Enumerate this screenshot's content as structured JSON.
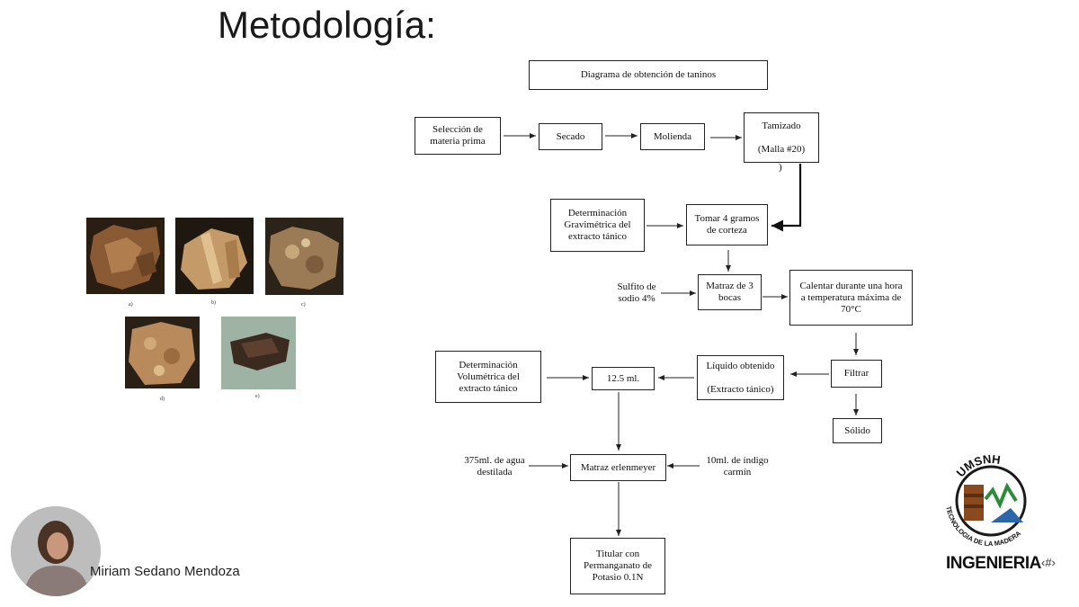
{
  "slide": {
    "title": "Metodología:",
    "slide_number": "‹#›"
  },
  "diagram": {
    "title": "Diagrama de obtención de taninos",
    "nodes": {
      "seleccion": "Selección de\nmateria prima",
      "secado": "Secado",
      "molienda": "Molienda",
      "tamizado": "Tamizado\n\n(Malla #20)",
      "tamizado_extra": ")",
      "det_grav": "Determinación\nGravimétrica del\nextracto tánico",
      "tomar": "Tomar 4 gramos\nde corteza",
      "sulfito": "Sulfito de\nsodio 4%",
      "matraz3": "Matraz de 3\nbocas",
      "calentar": "Calentar durante una hora\na temperatura máxima de\n70°C",
      "filtrar": "Filtrar",
      "liquido": "Líquido obtenido\n\n(Extracto tánico)",
      "ml125": "12.5 ml.",
      "det_vol": "Determinación\nVolumétrica del\nextracto tánico",
      "solido": "Sólido",
      "agua": "375ml. de agua\ndestilada",
      "erlenmeyer": "Matraz erlenmeyer",
      "indigo": "10ml. de índigo\ncarmín",
      "titular": "Titular con\nPermanganato de\nPotasio 0.1N"
    }
  },
  "figure_captions": [
    "a)",
    "b)",
    "c)",
    "d)",
    "e)"
  ],
  "presenter": {
    "name": "Miriam Sedano Mendoza"
  },
  "logo": {
    "arc_top": "UMSNH",
    "arc_bottom": "TECNOLOGIA DE LA MADERA",
    "wordmark": "INGENIERIA"
  }
}
